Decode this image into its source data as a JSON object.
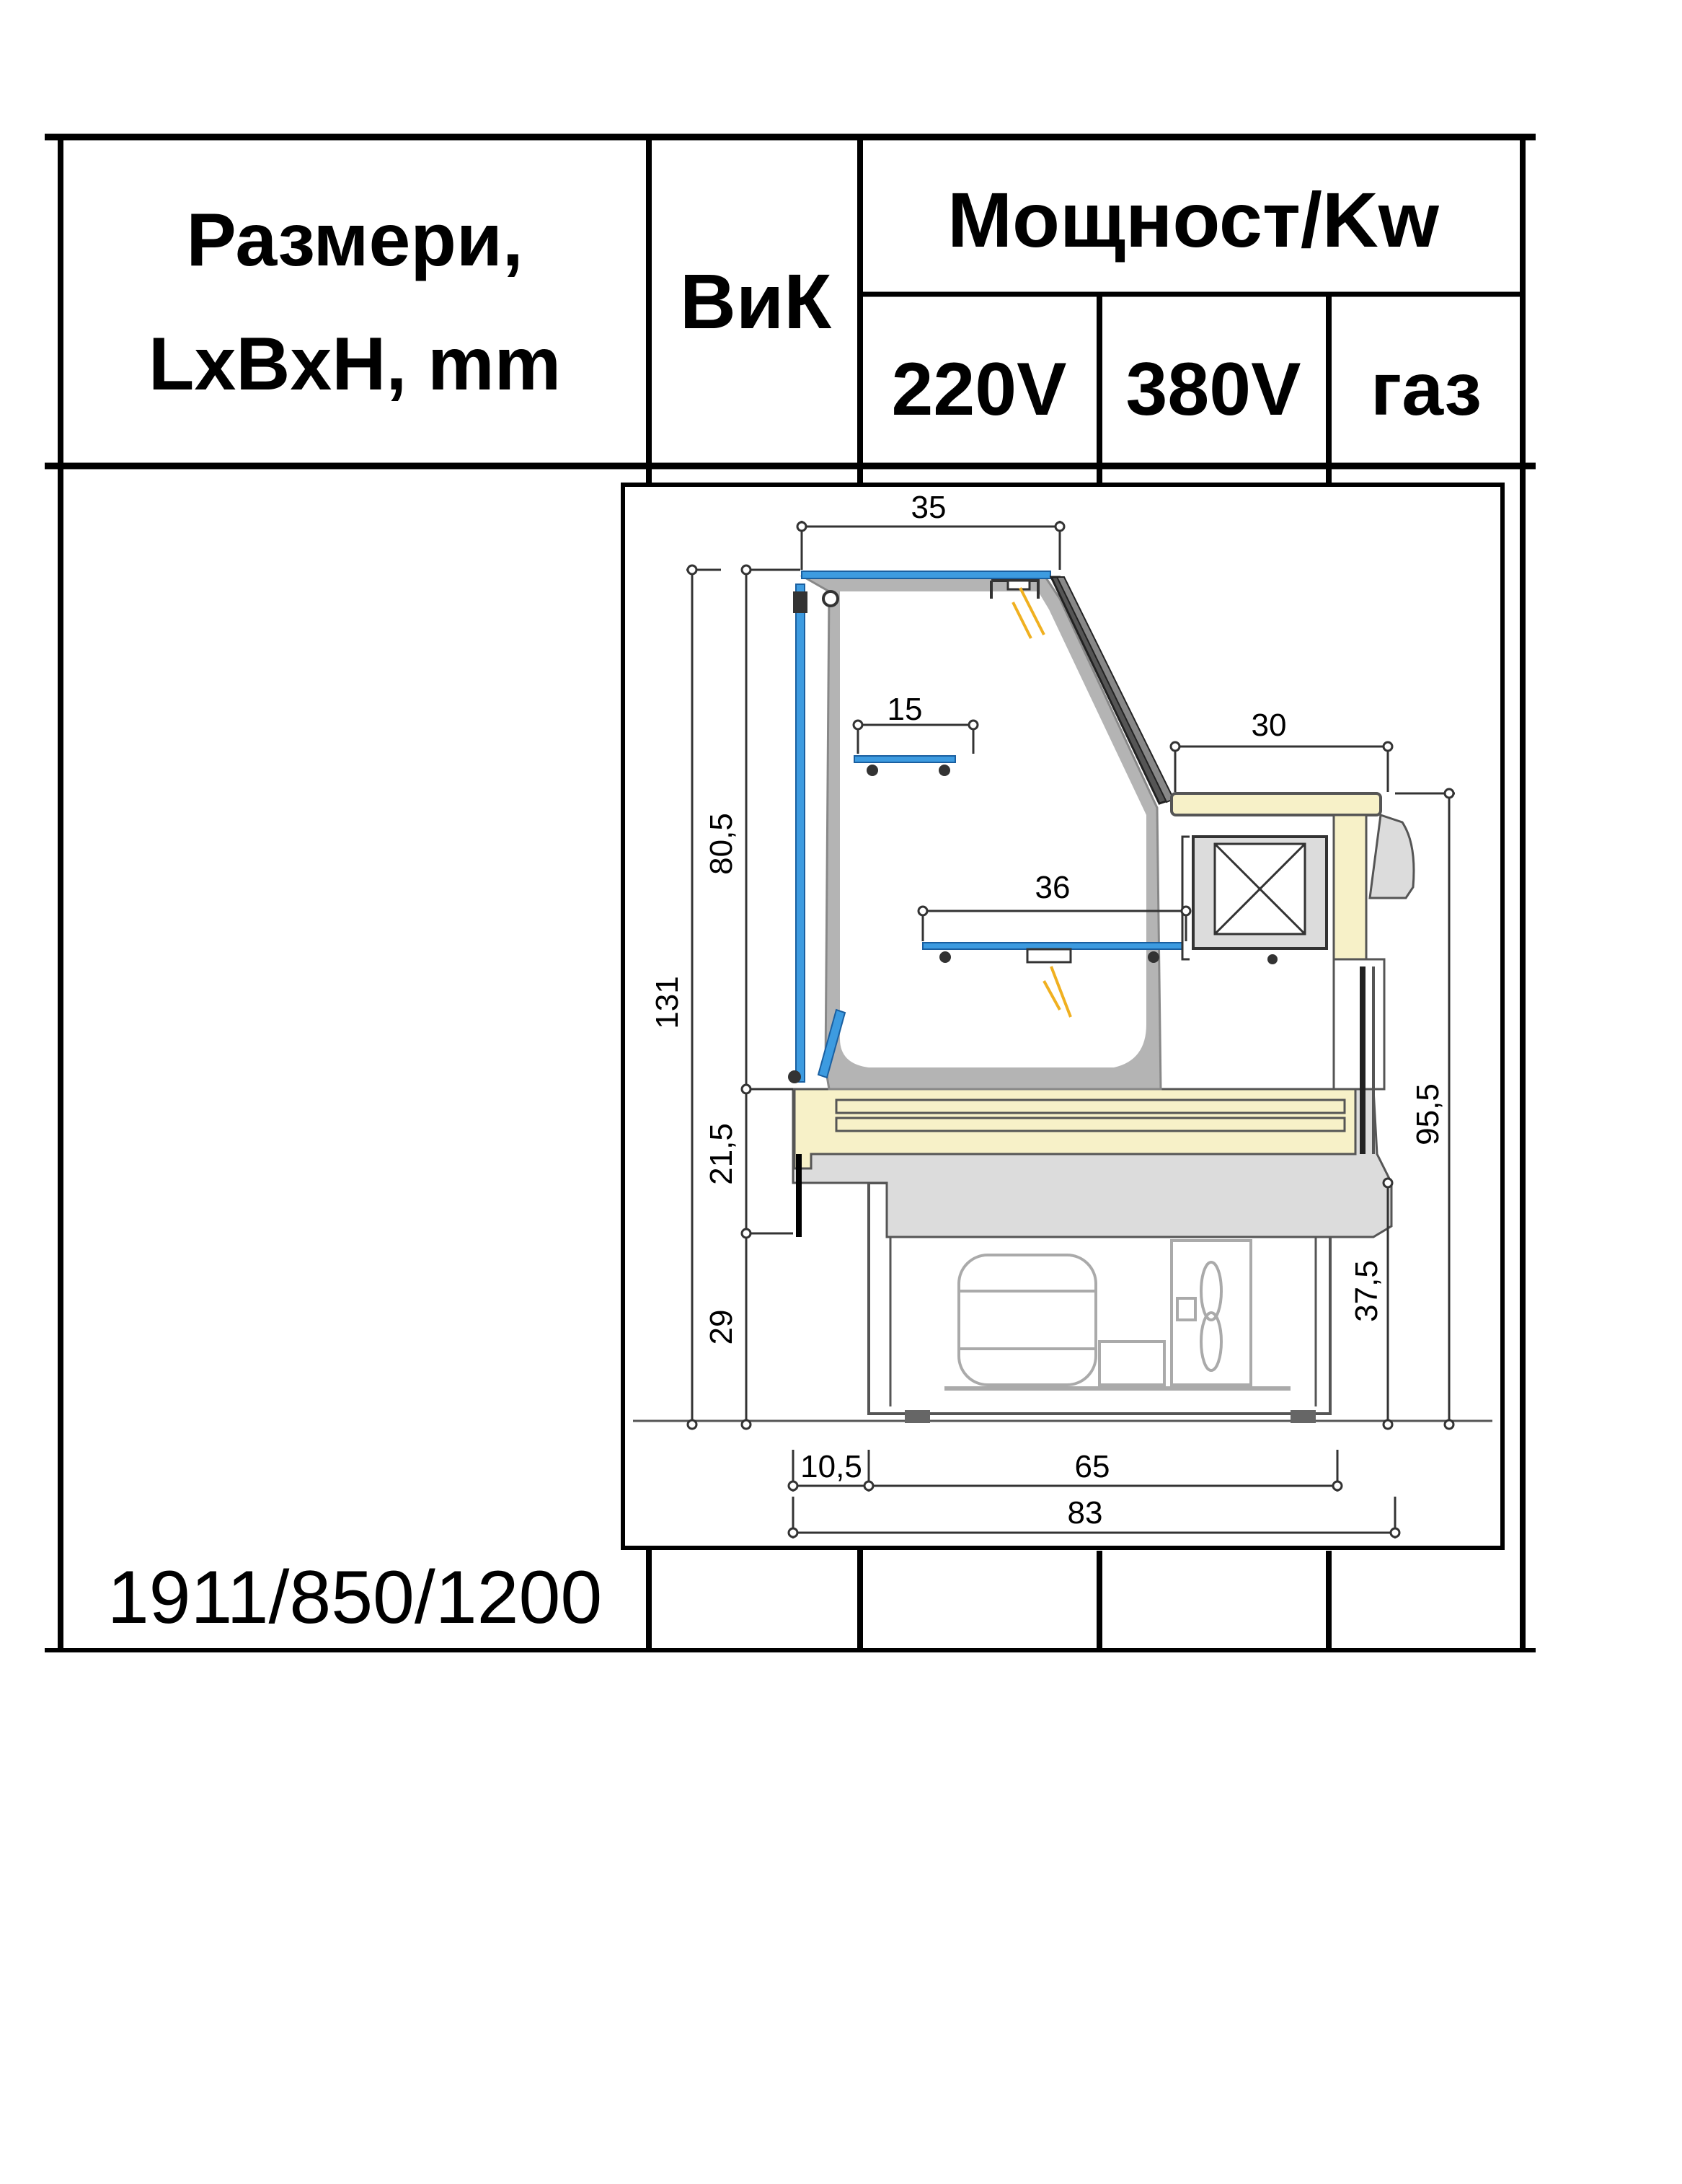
{
  "table": {
    "header": {
      "dimensions_line1": "Размери,",
      "dimensions_line2": "LxBxH, mm",
      "vik": "ВиК",
      "power": "Мощност/Kw",
      "v220": "220V",
      "v380": "380V",
      "gas": "газ"
    },
    "row": {
      "size": "1911/850/1200",
      "vik": "",
      "v220": "",
      "v380": "",
      "gas": ""
    }
  },
  "drawing": {
    "dims": {
      "top_depth": "35",
      "upper_shelf": "15",
      "work_top": "30",
      "lower_shelf": "36",
      "display_height": "80,5",
      "total_height": "131",
      "base_height": "21,5",
      "leg_height": "29",
      "counter_height": "95,5",
      "back_height": "37,5",
      "front_offset": "10,5",
      "body_depth": "65",
      "total_depth": "83"
    },
    "colors": {
      "glass": "#3d9be0",
      "insulation": "#f7f1c8",
      "interior": "#b4b4b4",
      "light_arrow": "#f0b020",
      "body": "#dcdcdc"
    }
  }
}
